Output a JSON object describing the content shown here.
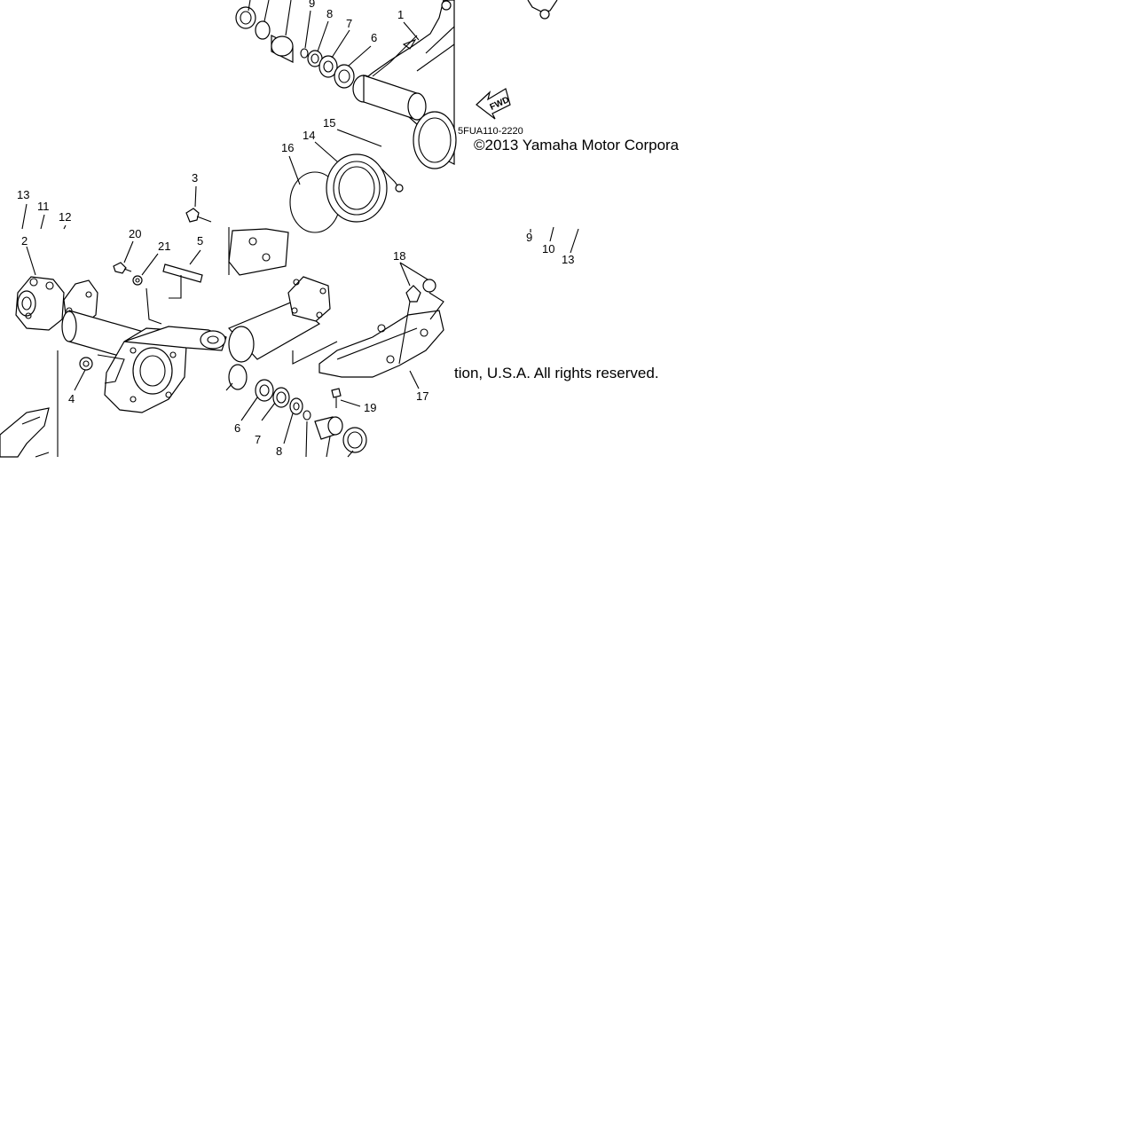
{
  "diagram": {
    "part_code": "5FUA110-2220",
    "copyright_part1": "©2013 Yamaha Motor Corpora",
    "copyright_part2": "tion, U.S.A. All rights reserved.",
    "direction_arrow": "FWD",
    "callouts": {
      "c1": "1",
      "c2": "2",
      "c3": "3",
      "c4": "4",
      "c5": "5",
      "c6_top": "6",
      "c7_top": "7",
      "c8_top": "8",
      "c9_top": "9",
      "c6_bot": "6",
      "c7_bot": "7",
      "c8_bot": "8",
      "c9_right": "9",
      "c10_right": "10",
      "c11": "11",
      "c12": "12",
      "c13_left": "13",
      "c13_right": "13",
      "c14": "14",
      "c15": "15",
      "c16": "16",
      "c17": "17",
      "c18": "18",
      "c19": "19",
      "c20": "20",
      "c21": "21"
    }
  }
}
